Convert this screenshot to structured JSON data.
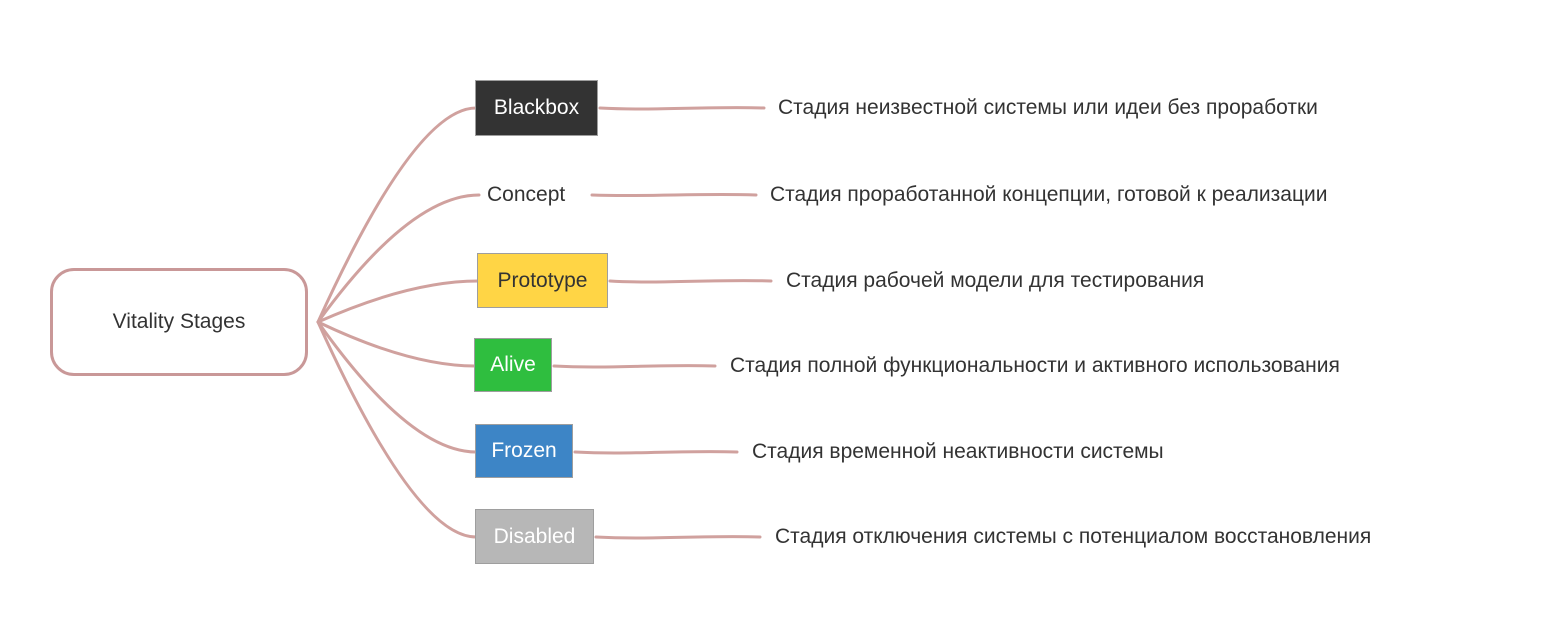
{
  "diagram": {
    "type": "mindmap",
    "root": {
      "label": "Vitality Stages",
      "border_color": "#c99898",
      "background": "#ffffff"
    },
    "edge_color": "#d0a19e",
    "stages": [
      {
        "label": "Blackbox",
        "description": "Стадия неизвестной системы или идеи без проработки",
        "shape": "rect",
        "background": "#333333",
        "text_color": "#ffffff"
      },
      {
        "label": "Concept",
        "description": "Стадия проработанной концепции, готовой к реализации",
        "shape": "text",
        "background": "",
        "text_color": "#333333"
      },
      {
        "label": "Prototype",
        "description": "Стадия рабочей модели для тестирования",
        "shape": "rect",
        "background": "#ffd545",
        "text_color": "#333333"
      },
      {
        "label": "Alive",
        "description": "Стадия полной функциональности и активного использования",
        "shape": "rect",
        "background": "#2fbe3f",
        "text_color": "#ffffff"
      },
      {
        "label": "Frozen",
        "description": "Стадия временной неактивности системы",
        "shape": "rect",
        "background": "#3d85c6",
        "text_color": "#ffffff"
      },
      {
        "label": "Disabled",
        "description": "Стадия отключения системы с потенциалом восстановления",
        "shape": "rect",
        "background": "#b7b7b7",
        "text_color": "#ffffff"
      }
    ]
  }
}
